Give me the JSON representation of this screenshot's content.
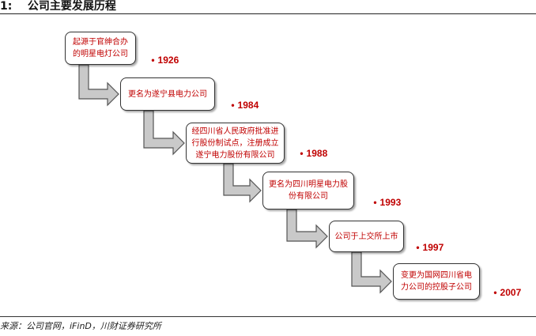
{
  "figure": {
    "title": "1:    公司主要发展历程"
  },
  "timeline": [
    {
      "text": "起源于官绅合办的明星电灯公司",
      "year": "1926"
    },
    {
      "text": "更名为遂宁县电力公司",
      "year": "1984"
    },
    {
      "text": "经四川省人民政府批准进行股份制试点，注册成立遂宁电力股份有限公司",
      "year": "1988"
    },
    {
      "text": "更名为四川明星电力股份有限公司",
      "year": "1993"
    },
    {
      "text": "公司于上交所上市",
      "year": "1997"
    },
    {
      "text": "变更为国网四川省电力公司的控股子公司",
      "year": "2007"
    }
  ],
  "source": "来源：公司官网，iFinD，川财证券研究所",
  "colors": {
    "accent": "#c00000",
    "arrow_fill": "#c9c9c9",
    "arrow_stroke": "#555555"
  }
}
